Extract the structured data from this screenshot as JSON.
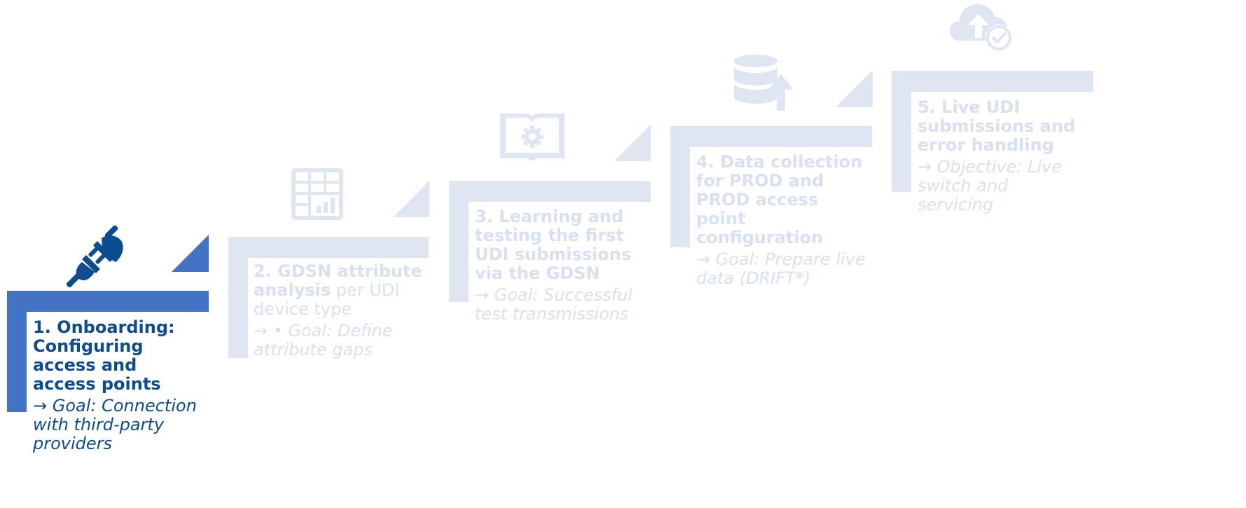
{
  "colors": {
    "step1_dark": "#0e4c92",
    "step1_bar": "#4472c4",
    "faded_bar": "#dfe5f1",
    "faded_text": "#d9e0ee"
  },
  "steps": [
    {
      "number_title": "1. Onboarding: Configuring access and access points",
      "title_suffix": "",
      "goal": "→ Goal: Connection with third-party providers",
      "icon": "plug-icon",
      "active": true
    },
    {
      "number_title": "2. GDSN attribute analysis",
      "title_suffix": " per UDI device type",
      "goal": "→ • Goal: Define attribute gaps",
      "icon": "spreadsheet-chart-icon",
      "active": false
    },
    {
      "number_title": "3. Learning and testing the first UDI submissions via the GDSN",
      "title_suffix": "",
      "goal": "→ Goal: Successful test transmissions",
      "icon": "book-gear-icon",
      "active": false
    },
    {
      "number_title": "4. Data collection for PROD and PROD access point configuration",
      "title_suffix": "",
      "goal": "→ Goal: Prepare live data (DRIFT*)",
      "icon": "database-upload-icon",
      "active": false
    },
    {
      "number_title": "5. Live UDI submissions and error handling",
      "title_suffix": "",
      "goal": "→ Objective: Live switch and servicing",
      "icon": "cloud-upload-check-icon",
      "active": false
    }
  ]
}
